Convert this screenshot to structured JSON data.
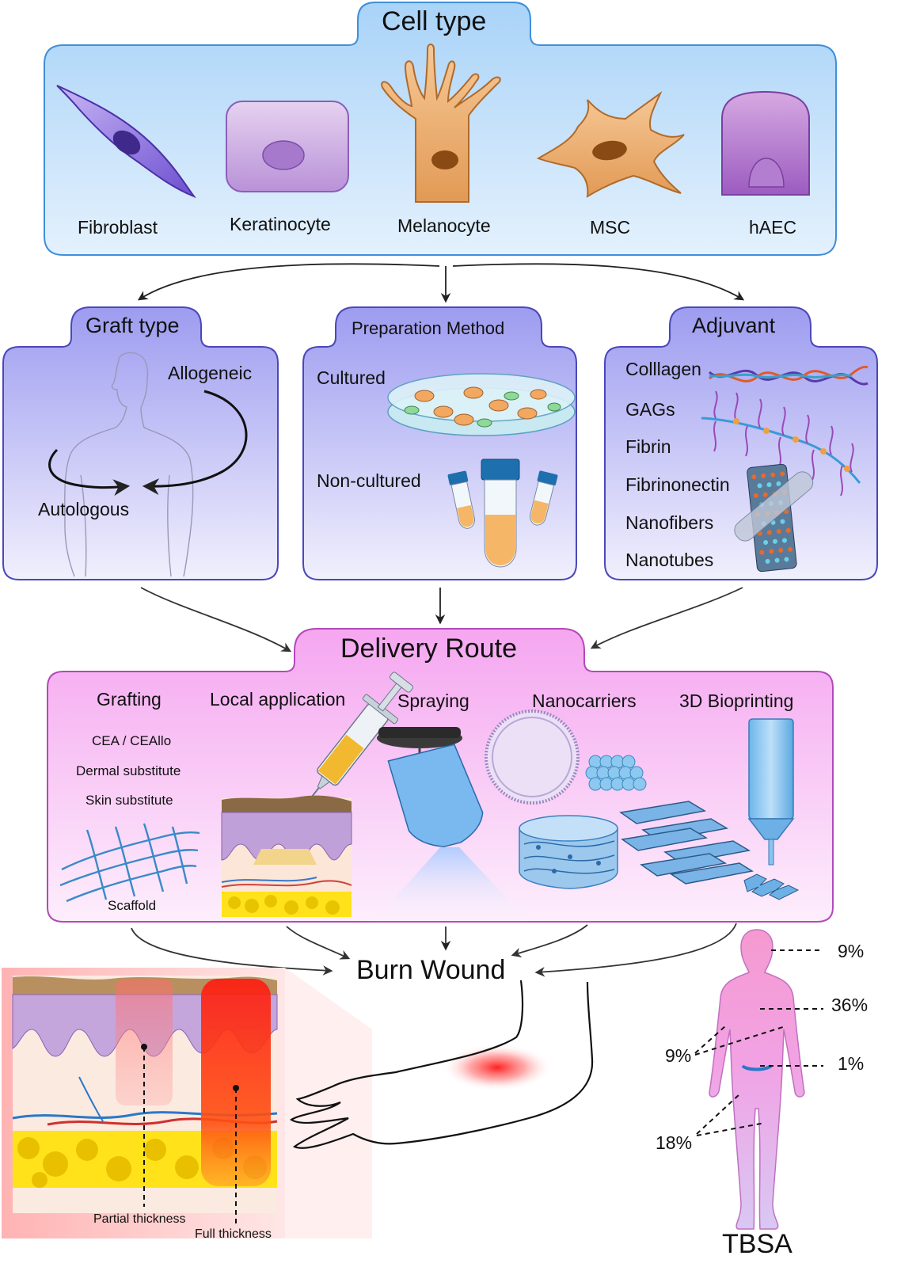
{
  "cell_type": {
    "title": "Cell type",
    "cells": [
      "Fibroblast",
      "Keratinocyte",
      "Melanocyte",
      "MSC",
      "hAEC"
    ]
  },
  "graft_type": {
    "title": "Graft type",
    "labels": [
      "Allogeneic",
      "Autologous"
    ]
  },
  "preparation_method": {
    "title": "Preparation Method",
    "labels": [
      "Cultured",
      "Non-cultured"
    ]
  },
  "adjuvant": {
    "title": "Adjuvant",
    "items": [
      "Colllagen",
      "GAGs",
      "Fibrin",
      "Fibrinonectin",
      "Nanofibers",
      "Nanotubes"
    ]
  },
  "delivery_route": {
    "title": "Delivery Route",
    "methods": [
      "Grafting",
      "Local application",
      "Spraying",
      "Nanocarriers",
      "3D Bioprinting"
    ],
    "grafting_items": [
      "CEA / CEAllo",
      "Dermal substitute",
      "Skin substitute"
    ],
    "scaffold_label": "Scaffold"
  },
  "burn_wound": {
    "title": "Burn Wound",
    "depth_labels": [
      "Partial thickness",
      "Full thickness"
    ]
  },
  "tbsa": {
    "title": "TBSA",
    "percentages": [
      "9%",
      "36%",
      "9%",
      "1%",
      "18%"
    ]
  },
  "colors": {
    "cell_panel": "#c6e2fb",
    "cell_border": "#3f8fd8",
    "mid_panel": "#b3b0f2",
    "mid_border": "#4a48b8",
    "route_panel": "#f6b8f2",
    "route_border": "#b24ab8",
    "wound_red": "#ff2a20",
    "fat_yellow": "#ffe21a"
  }
}
